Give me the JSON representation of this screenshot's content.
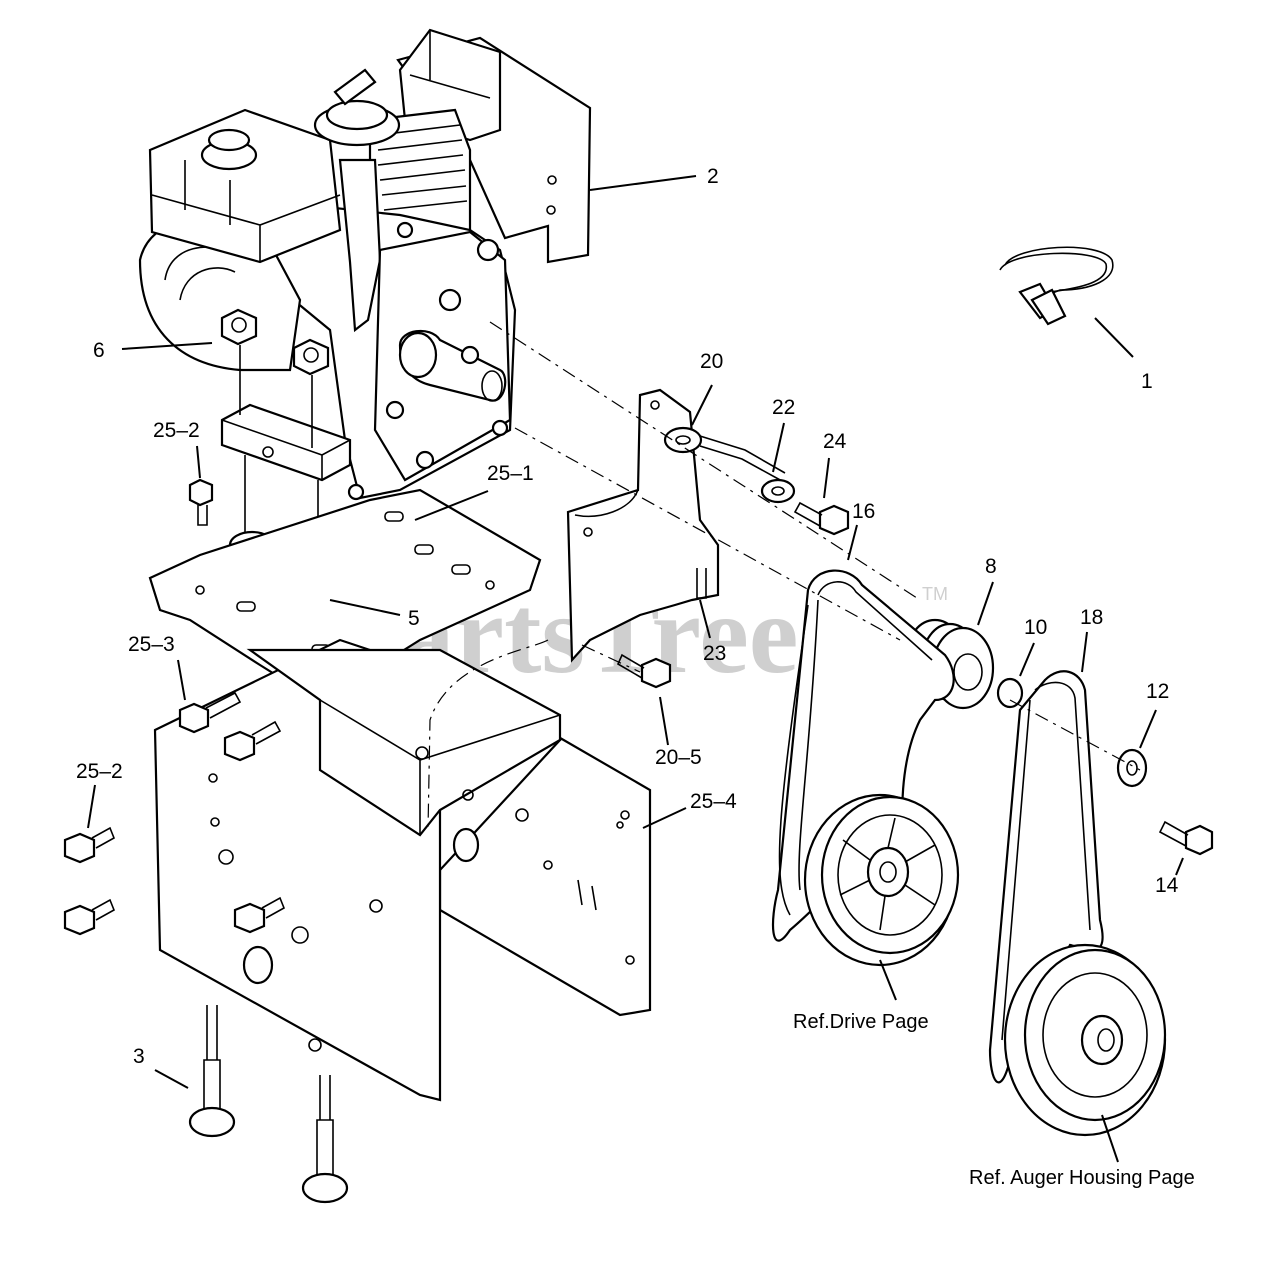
{
  "watermark": {
    "text": "PartsTree",
    "trademark": "TM"
  },
  "callouts": {
    "c1": "1",
    "c2": "2",
    "c3": "3",
    "c5": "5",
    "c6": "6",
    "c8": "8",
    "c10": "10",
    "c12": "12",
    "c14": "14",
    "c16": "16",
    "c18": "18",
    "c20": "20",
    "c20_5": "20–5",
    "c22": "22",
    "c23": "23",
    "c24": "24",
    "c25_1": "25–1",
    "c25_2a": "25–2",
    "c25_2b": "25–2",
    "c25_3": "25–3",
    "c25_4": "25–4"
  },
  "references": {
    "drive": "Ref.Drive Page",
    "auger": "Ref. Auger Housing Page"
  }
}
